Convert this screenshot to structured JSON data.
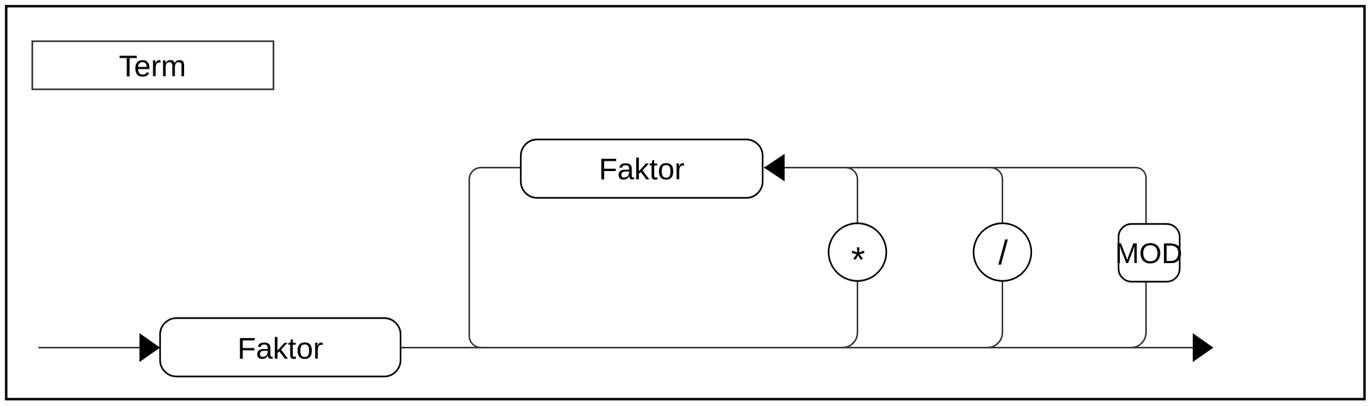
{
  "diagram": {
    "type": "railroad-syntax-diagram",
    "rule_name_box": {
      "label": "Term"
    },
    "main_path": {
      "start_node": {
        "label": "Faktor",
        "shape": "rounded-rect",
        "kind": "nonterminal"
      }
    },
    "loop": {
      "repeat_node": {
        "label": "Faktor",
        "shape": "rounded-rect",
        "kind": "nonterminal"
      },
      "operators": [
        {
          "label": "*",
          "shape": "circle",
          "kind": "terminal"
        },
        {
          "label": "/",
          "shape": "circle",
          "kind": "terminal"
        },
        {
          "label": "MOD",
          "shape": "rounded-rect",
          "kind": "terminal"
        }
      ]
    },
    "colors": {
      "background": "#ffffff",
      "line": "#333333",
      "shape_outline": "#000000",
      "arrow_fill": "#000000",
      "outer_border": "#000000"
    }
  }
}
